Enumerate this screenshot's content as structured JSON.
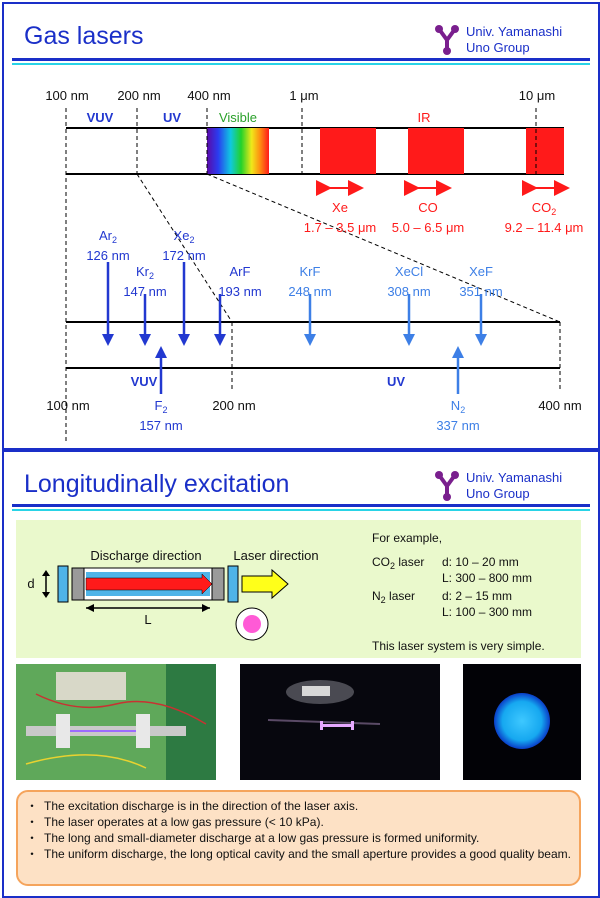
{
  "panel1": {
    "title": "Gas lasers",
    "logo_line1": "Univ. Yamanashi",
    "logo_line2": "Uno Group",
    "top_scale": [
      "100 nm",
      "200 nm",
      "400 nm",
      "1 μm",
      "10 μm"
    ],
    "region_labels": {
      "vuv": "VUV",
      "uv": "UV",
      "visible": "Visible",
      "ir": "IR"
    },
    "ir_lasers": [
      {
        "name": "Xe",
        "sub": "",
        "range": "1.7 – 3.5 μm"
      },
      {
        "name": "CO",
        "sub": "",
        "range": "5.0 – 6.5 μm"
      },
      {
        "name": "CO",
        "sub": "2",
        "range": "9.2 – 11.4 μm"
      }
    ],
    "uv_lasers": [
      {
        "name": "Ar",
        "sub": "2",
        "wl": "126 nm"
      },
      {
        "name": "Kr",
        "sub": "2",
        "wl": "147 nm"
      },
      {
        "name": "Xe",
        "sub": "2",
        "wl": "172 nm"
      },
      {
        "name": "ArF",
        "sub": "",
        "wl": "193 nm"
      },
      {
        "name": "KrF",
        "sub": "",
        "wl": "248 nm"
      },
      {
        "name": "XeCl",
        "sub": "",
        "wl": "308 nm"
      },
      {
        "name": "XeF",
        "sub": "",
        "wl": "351 nm"
      }
    ],
    "bottom_lasers": [
      {
        "name": "F",
        "sub": "2",
        "wl": "157 nm"
      },
      {
        "name": "N",
        "sub": "2",
        "wl": "337 nm"
      }
    ],
    "bottom_scale": [
      "100 nm",
      "200 nm",
      "400 nm"
    ],
    "bottom_region": {
      "vuv": "VUV",
      "uv": "UV"
    }
  },
  "panel2": {
    "title": "Longitudinally excitation",
    "logo_line1": "Univ. Yamanashi",
    "logo_line2": "Uno Group",
    "discharge_label": "Discharge direction",
    "laser_label": "Laser direction",
    "d_label": "d",
    "L_label": "L",
    "example_title": "For example,",
    "examples": [
      {
        "name": "CO",
        "sub": "2",
        "suffix": " laser",
        "d": "d: 10 – 20 mm",
        "L": "L: 300 – 800 mm"
      },
      {
        "name": "N",
        "sub": "2",
        "suffix": " laser",
        "d": "d: 2 – 15 mm",
        "L": "L: 100 – 300 mm"
      }
    ],
    "simple_note": "This laser system is very simple.",
    "bullets": [
      "The excitation discharge is in the direction of the laser axis.",
      "The laser operates at a low gas pressure (< 10 kPa).",
      "The long and small-diameter discharge at a low gas pressure is formed uniformity.",
      "The uniform discharge, the long optical cavity and the small aperture provides a good quality beam."
    ]
  },
  "colors": {
    "title_blue": "#1a2fc8",
    "uv_blue": "#2238d0",
    "light_blue": "#3d7fe6",
    "ir_red": "#ff1a1a",
    "logo_purple": "#7a1f8e"
  }
}
